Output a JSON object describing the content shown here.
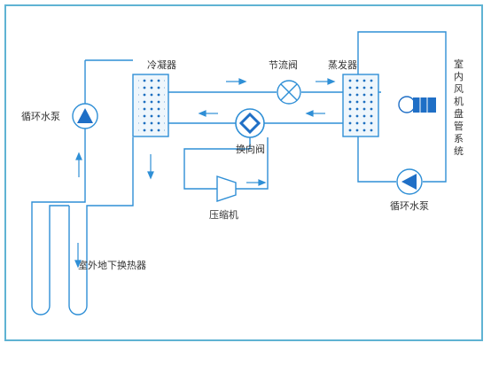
{
  "labels": {
    "condenser": "冷凝器",
    "throttle_valve": "节流阀",
    "evaporator": "蒸发器",
    "reversing_valve": "换向阀",
    "compressor": "压缩机",
    "pump_left": "循环水泵",
    "pump_right": "循环水泵",
    "ground_exchanger": "室外地下换热器",
    "indoor_coil": [
      "室",
      "内",
      "风",
      "机",
      "盘",
      "管",
      "系",
      "统"
    ]
  },
  "colors": {
    "pipe": "#2f8fd6",
    "frame": "#5fb3d3",
    "exchanger_fill": "#eef6fc",
    "dots": "#1c6fc0",
    "fan": "#1f6fc6"
  },
  "icons": [
    "pump-icon",
    "throttle-valve-icon",
    "reversing-valve-icon",
    "compressor-icon",
    "fan-coil-icon"
  ]
}
